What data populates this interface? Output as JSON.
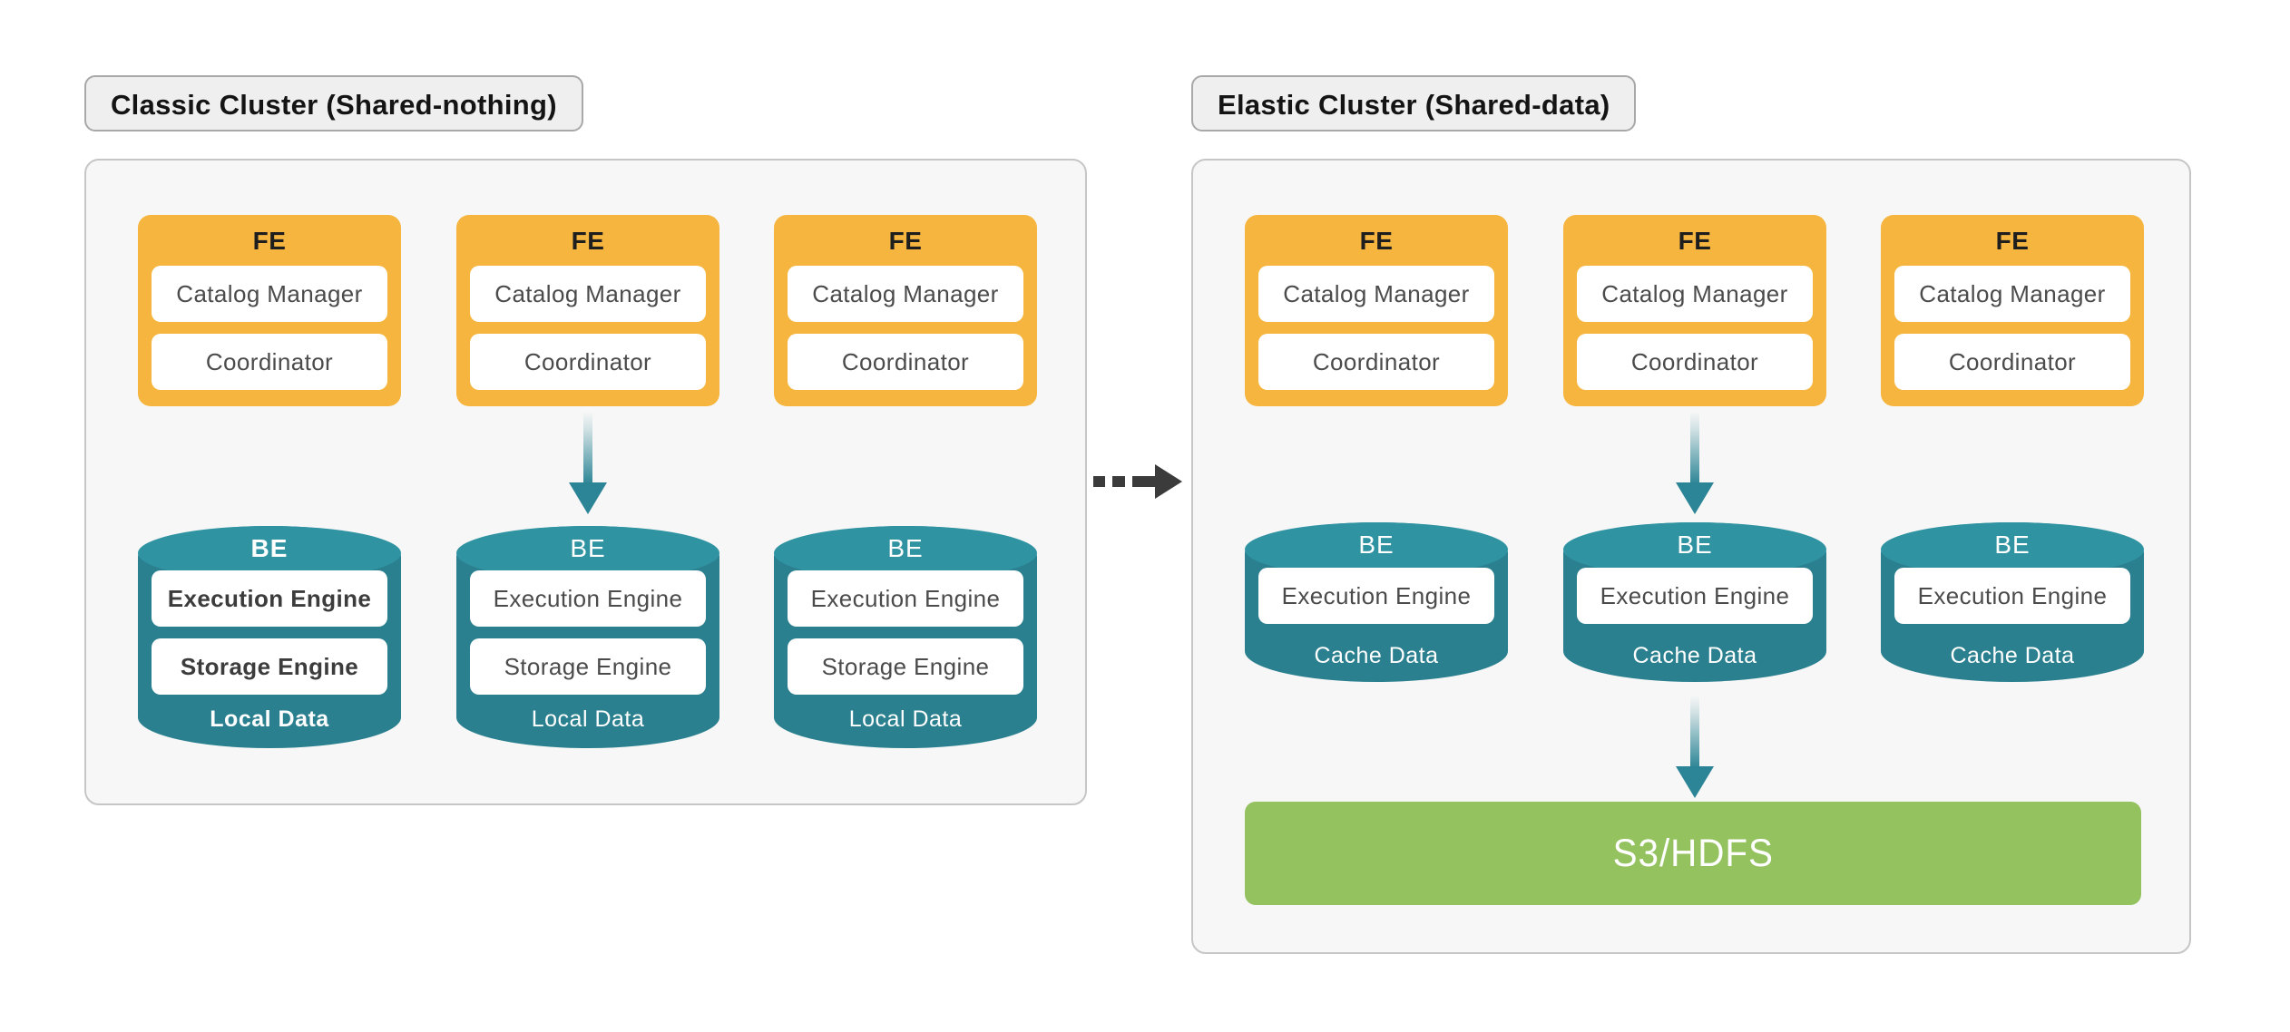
{
  "diagram_title": "Cluster architecture comparison",
  "colors": {
    "accent-orange": "#f6b53e",
    "teal-body": "#2b808f",
    "teal-lid": "#2f93a2",
    "arrow-teal": "#2c8596",
    "storage-green": "#93c25e",
    "dashed-arrow": "#3b3b3b",
    "panel-bg": "#f7f7f7",
    "panel-border": "#c6c6c6",
    "chip-bg": "#efefef",
    "chip-border": "#a8a8a8"
  },
  "left_cluster": {
    "title": "Classic Cluster (Shared-nothing)",
    "fe_nodes": [
      {
        "label": "FE",
        "items": [
          "Catalog Manager",
          "Coordinator"
        ]
      },
      {
        "label": "FE",
        "items": [
          "Catalog Manager",
          "Coordinator"
        ]
      },
      {
        "label": "FE",
        "items": [
          "Catalog Manager",
          "Coordinator"
        ]
      }
    ],
    "be_nodes": [
      {
        "label": "BE",
        "items": [
          "Execution Engine",
          "Storage Engine"
        ],
        "data_label": "Local Data",
        "bold": true
      },
      {
        "label": "BE",
        "items": [
          "Execution Engine",
          "Storage Engine"
        ],
        "data_label": "Local Data",
        "bold": false
      },
      {
        "label": "BE",
        "items": [
          "Execution Engine",
          "Storage Engine"
        ],
        "data_label": "Local Data",
        "bold": false
      }
    ]
  },
  "right_cluster": {
    "title": "Elastic Cluster (Shared-data)",
    "fe_nodes": [
      {
        "label": "FE",
        "items": [
          "Catalog Manager",
          "Coordinator"
        ]
      },
      {
        "label": "FE",
        "items": [
          "Catalog Manager",
          "Coordinator"
        ]
      },
      {
        "label": "FE",
        "items": [
          "Catalog Manager",
          "Coordinator"
        ]
      }
    ],
    "be_nodes": [
      {
        "label": "BE",
        "items": [
          "Execution Engine"
        ],
        "data_label": "Cache Data"
      },
      {
        "label": "BE",
        "items": [
          "Execution Engine"
        ],
        "data_label": "Cache Data"
      },
      {
        "label": "BE",
        "items": [
          "Execution Engine"
        ],
        "data_label": "Cache Data"
      }
    ],
    "storage": {
      "label": "S3/HDFS"
    }
  }
}
